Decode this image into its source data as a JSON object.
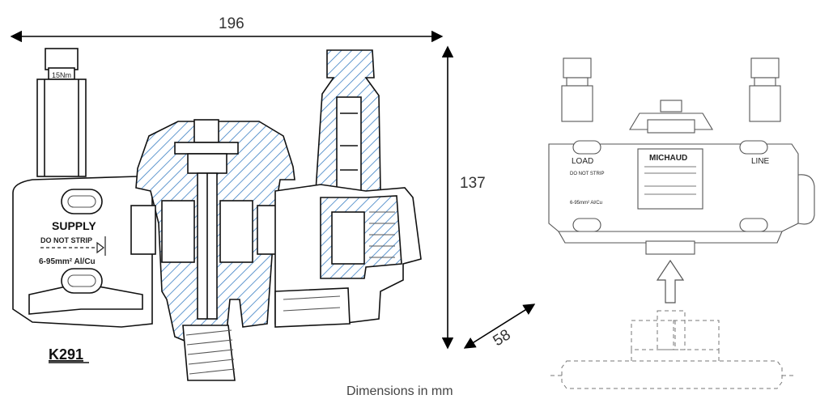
{
  "dimensions": {
    "width_mm": "196",
    "height_mm": "137",
    "depth_mm": "58",
    "note": "Dimensions in mm"
  },
  "product": {
    "model": "K291",
    "torque_marking": "15Nm",
    "supply_label": "SUPPLY",
    "do_not_strip": "DO NOT STRIP",
    "cable_range": "6-95mm² Al/Cu"
  },
  "side_view": {
    "load_label": "LOAD",
    "line_label": "LINE",
    "do_not_strip": "DO NOT STRIP",
    "cable_range": "6-95mm² Al/Cu",
    "brand": "MICHAUD"
  },
  "colors": {
    "hatch": "#3b7fc4",
    "outline": "#111111",
    "dim_text": "#333333"
  }
}
